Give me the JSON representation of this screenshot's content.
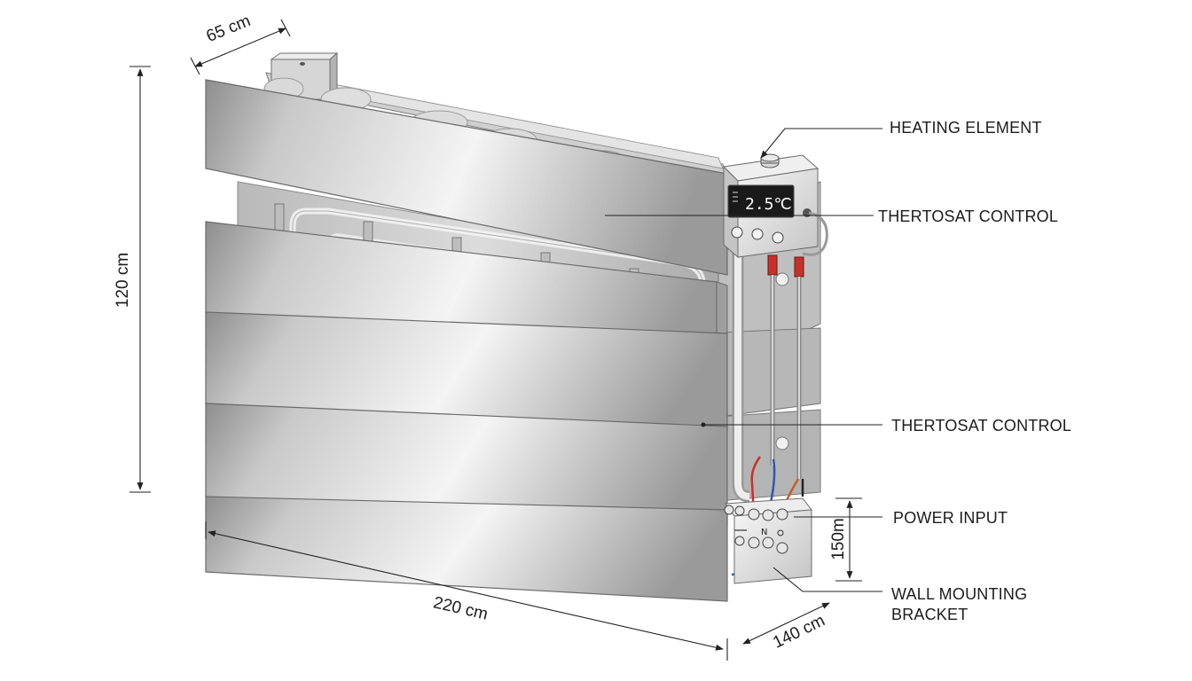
{
  "labels": {
    "heating_element": "HEATING ELEMENT",
    "thermostat_control_top": "THERTOSAT CONTROL",
    "thermostat_control_mid": "THERTOSAT CONTROL",
    "power_input": "POWER INPUT",
    "wall_mounting_bracket_line1": "WALL MOUNTING",
    "wall_mounting_bracket_line2": "BRACKET"
  },
  "dimensions": {
    "depth_top": "65 cm",
    "height": "120 cm",
    "width": "220 cm",
    "depth_bottom": "140 cm",
    "terminal_box_height": "150m"
  },
  "display": {
    "temperature": "2.5℃"
  },
  "terminal_marks": {
    "neutral": "N"
  },
  "colors": {
    "panel_light": "#f2f2f2",
    "panel_dark": "#8c8c8c",
    "wire_red": "#c8302a",
    "wire_blue": "#2d55b5",
    "lcd": "#1a1a1a"
  }
}
